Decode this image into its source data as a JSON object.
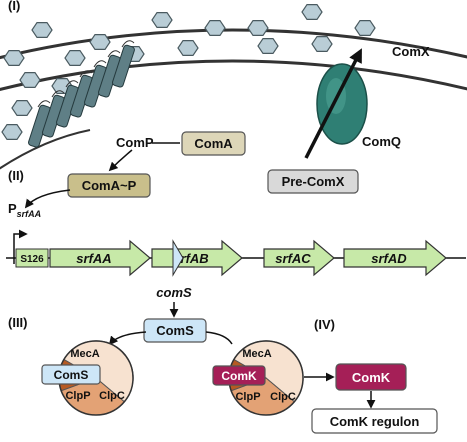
{
  "panels": {
    "p1": "(I)",
    "p2": "(II)",
    "p3": "(III)",
    "p4": "(IV)"
  },
  "colors": {
    "membrane": "#2f2f2f",
    "hexagon": "#b9cdd6",
    "comp_helix": "#5f7f86",
    "comq": "#2f7f74",
    "coma_box": "#ddd6b8",
    "comap_box": "#c9bf8b",
    "precomx_box": "#d9d9d9",
    "gene_arrow": "#c7e9a8",
    "coms_box": "#cde6f7",
    "comk_box": "#a51f57",
    "pie_light": "#f7e2d0",
    "pie_mid": "#e3a275",
    "pie_dark": "#b65a23"
  },
  "labels": {
    "comx": "ComX",
    "comq": "ComQ",
    "comp": "ComP",
    "coma": "ComA",
    "comap": "ComA~P",
    "precomx": "Pre-ComX",
    "promoter_p": "P",
    "promoter_sub": "srfAA",
    "s126": "S126",
    "genes": [
      "srfAA",
      "srfAB",
      "srfAC",
      "srfAD"
    ],
    "coms_gene": "comS",
    "coms": "ComS",
    "meca": "MecA",
    "clpp": "ClpP",
    "clpc": "ClpC",
    "comk": "ComK",
    "comk_regulon": "ComK regulon"
  },
  "icons": {
    "hexagon": "comx-hexagon-icon",
    "arrow": "arrow-icon"
  }
}
